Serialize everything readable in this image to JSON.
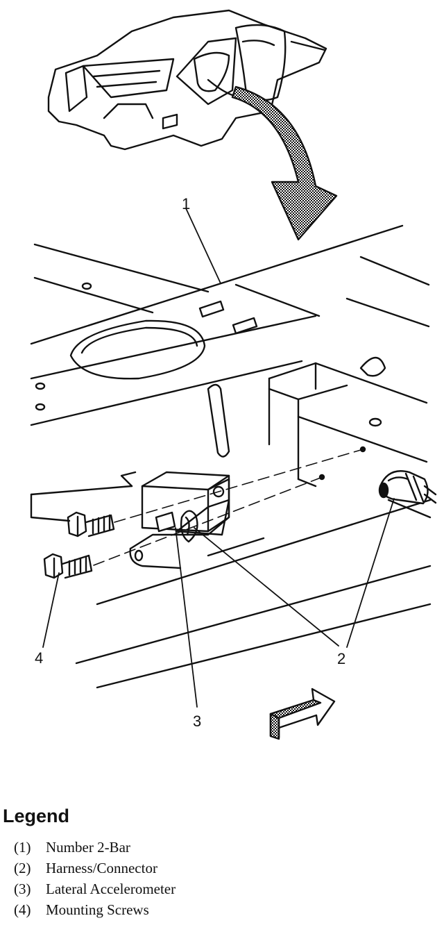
{
  "callouts": {
    "c1": "1",
    "c2": "2",
    "c3": "3",
    "c4": "4"
  },
  "legend": {
    "title": "Legend",
    "items": [
      {
        "number": "(1)",
        "text": "Number 2-Bar"
      },
      {
        "number": "(2)",
        "text": "Harness/Connector"
      },
      {
        "number": "(3)",
        "text": "Lateral Accelerometer"
      },
      {
        "number": "(4)",
        "text": "Mounting Screws"
      }
    ]
  }
}
